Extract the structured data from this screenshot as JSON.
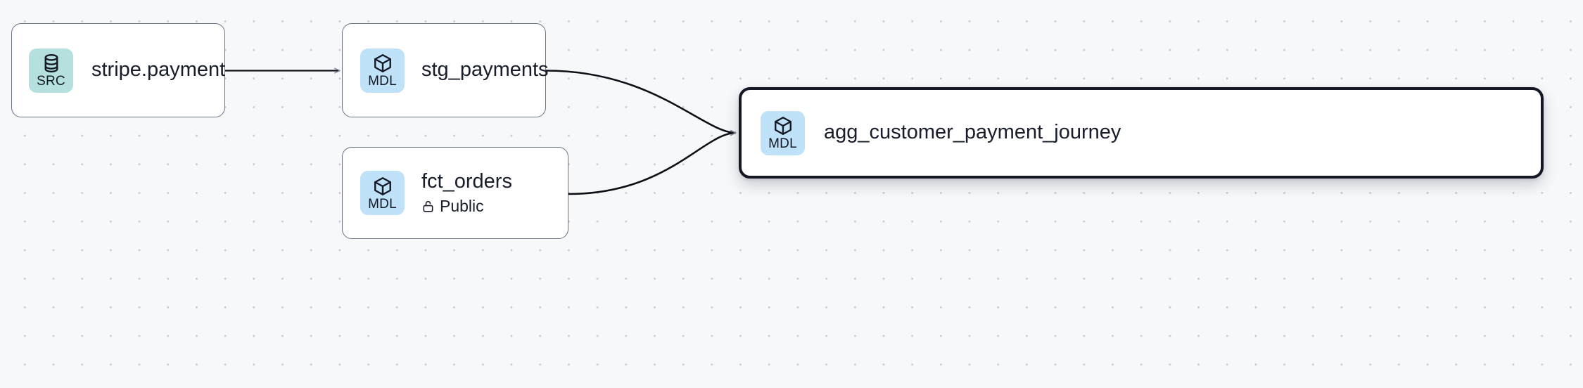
{
  "canvas": {
    "background_color": "#f7f8fa",
    "dot_color": "#c9ccd6",
    "dot_spacing": 40.7
  },
  "graph": {
    "type": "data-lineage-dag",
    "nodes": [
      {
        "id": "stripe_payment",
        "title": "stripe.payment",
        "badge_label": "SRC",
        "badge_icon": "database-icon",
        "badge_color": "#b5e0dd",
        "selected": false,
        "subtitle": null,
        "subtitle_icon": null
      },
      {
        "id": "stg_payments",
        "title": "stg_payments",
        "badge_label": "MDL",
        "badge_icon": "cube-icon",
        "badge_color": "#bfe2f8",
        "selected": false,
        "subtitle": null,
        "subtitle_icon": null
      },
      {
        "id": "fct_orders",
        "title": "fct_orders",
        "badge_label": "MDL",
        "badge_icon": "cube-icon",
        "badge_color": "#bfe2f8",
        "selected": false,
        "subtitle": "Public",
        "subtitle_icon": "unlock-icon"
      },
      {
        "id": "agg_customer",
        "title": "agg_customer_payment_journey",
        "badge_label": "MDL",
        "badge_icon": "cube-icon",
        "badge_color": "#bfe2f8",
        "selected": true,
        "subtitle": null,
        "subtitle_icon": null
      }
    ],
    "edges": [
      {
        "id": "e1",
        "from": "stripe_payment",
        "to": "stg_payments",
        "style": "straight",
        "arrowhead": true
      },
      {
        "id": "e2",
        "from": "stg_payments",
        "to": "agg_customer",
        "style": "bezier",
        "arrowhead": true
      },
      {
        "id": "e3",
        "from": "fct_orders",
        "to": "agg_customer",
        "style": "bezier",
        "arrowhead": true
      }
    ],
    "edge_color": "#0d1017",
    "arrowhead_color": "#8a8f9e"
  }
}
